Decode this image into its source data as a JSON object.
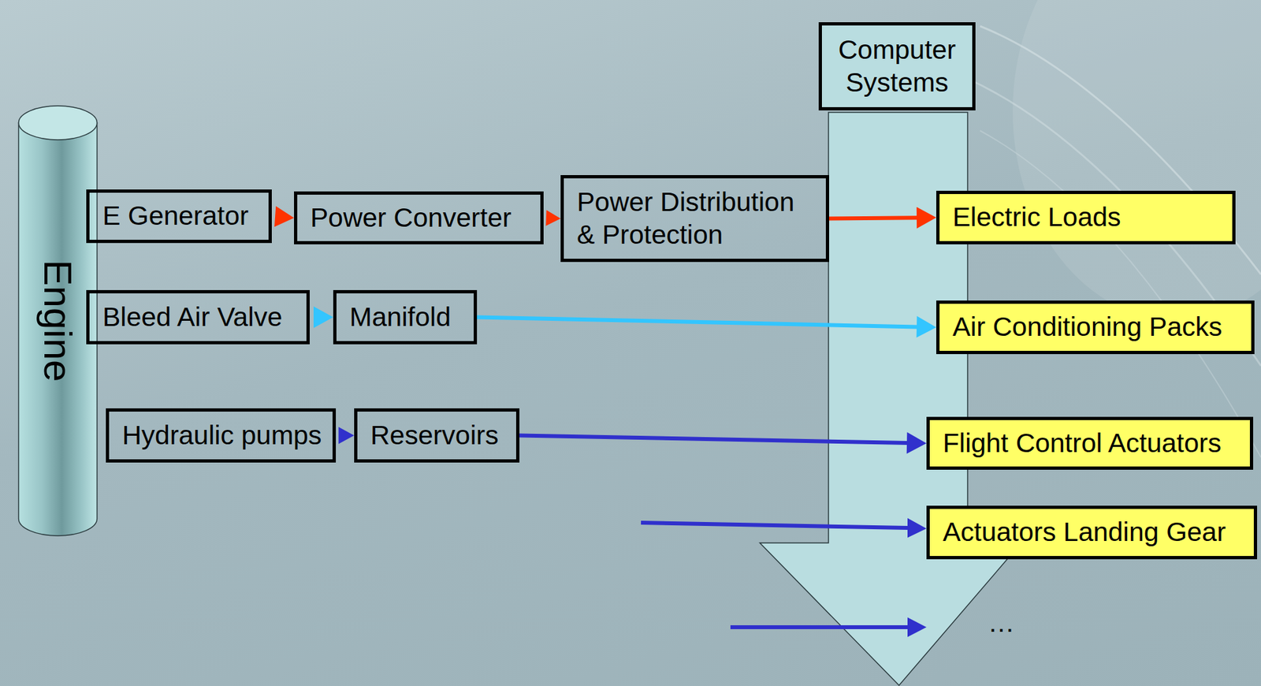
{
  "diagram": {
    "nodes": [
      {
        "text": [
          "Computer Systems"
        ]
      },
      {
        "text": [
          "Engine"
        ]
      },
      {
        "text": [
          "E Generator"
        ]
      },
      {
        "text": [
          "Power Converter"
        ]
      },
      {
        "text": [
          "Power Distribution & Protection"
        ]
      },
      {
        "text": [
          "Electric Loads"
        ]
      },
      {
        "text": [
          "Bleed Air Valve"
        ]
      },
      {
        "text": [
          "Manifold"
        ]
      },
      {
        "text": [
          "Air Conditioning Packs"
        ]
      },
      {
        "text": [
          "Hydraulic pumps"
        ]
      },
      {
        "text": [
          "Reservoirs"
        ]
      },
      {
        "text": [
          "Flight Control Actuators"
        ]
      },
      {
        "text": [
          "Actuators Landing Gear"
        ]
      }
    ],
    "edges": [
      {
        "from": 2,
        "to": 3,
        "arrow": "to"
      },
      {
        "from": 3,
        "to": 4,
        "arrow": "to"
      },
      {
        "from": 4,
        "to": 5,
        "arrow": "to"
      },
      {
        "from": 6,
        "to": 7,
        "arrow": "to"
      },
      {
        "from": 7,
        "to": 8,
        "arrow": "to"
      },
      {
        "from": 9,
        "to": 10,
        "arrow": "to"
      },
      {
        "from": 10,
        "to": 11,
        "arrow": "to"
      }
    ],
    "labels": [
      "…"
    ]
  }
}
